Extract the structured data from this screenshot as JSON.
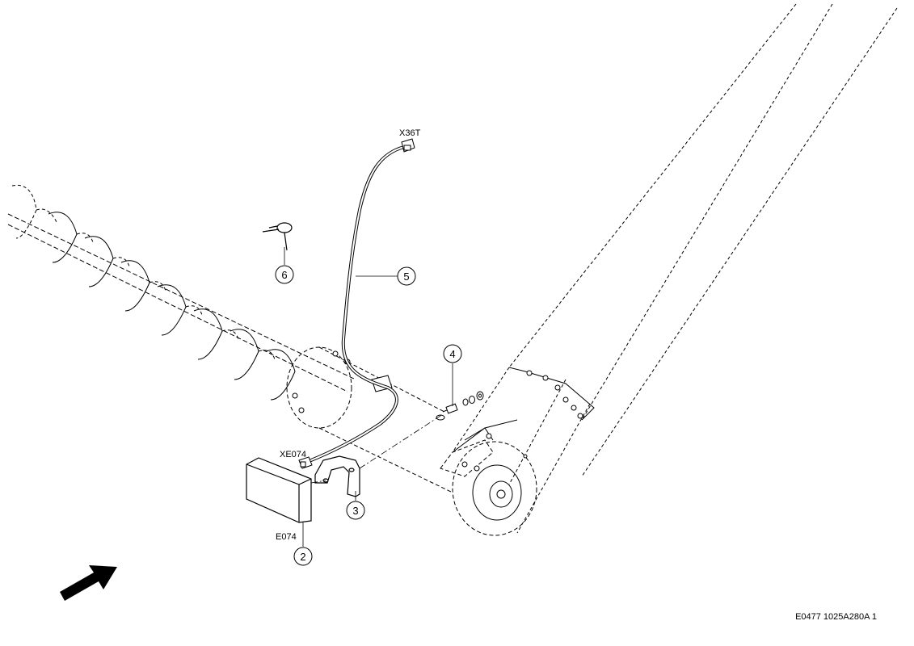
{
  "callouts": [
    {
      "number": "2"
    },
    {
      "number": "3"
    },
    {
      "number": "4"
    },
    {
      "number": "5"
    },
    {
      "number": "6"
    }
  ],
  "labels": {
    "connector_top": "X36T",
    "connector_sensor": "XE074",
    "sensor": "E074"
  },
  "reference_code": "E0477 1025A280A 1",
  "colors": {
    "line": "#000000",
    "background": "#ffffff"
  }
}
